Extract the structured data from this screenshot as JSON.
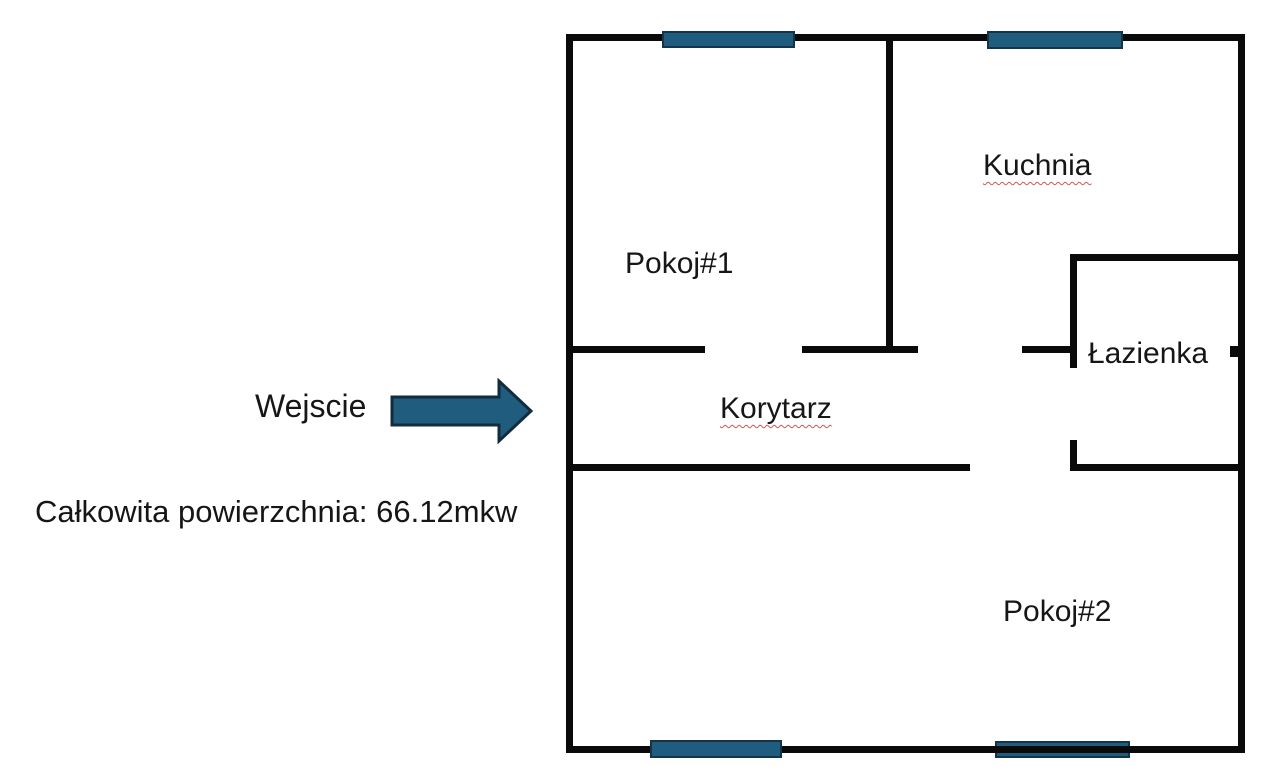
{
  "annotations": {
    "entrance_label": "Wejscie",
    "total_area_label": "Całkowita powierzchnia: 66.12mkw"
  },
  "rooms": {
    "room1": "Pokoj#1",
    "kitchen": "Kuchnia",
    "bathroom": "Łazienka",
    "hallway": "Korytarz",
    "room2": "Pokoj#2"
  },
  "icons": {
    "entrance_arrow": "right-arrow-icon",
    "windows": [
      "window-symbol-top-left",
      "window-symbol-top-right",
      "window-symbol-bottom-left",
      "window-symbol-bottom-right"
    ]
  },
  "colors": {
    "wall": "#0a0a0a",
    "window_fill": "#1f5c7e",
    "window_border": "#14344a",
    "arrow_border": "#122c3d",
    "spellcheck_underline": "#cc5555",
    "text": "#1a1a1a",
    "background": "#ffffff"
  }
}
